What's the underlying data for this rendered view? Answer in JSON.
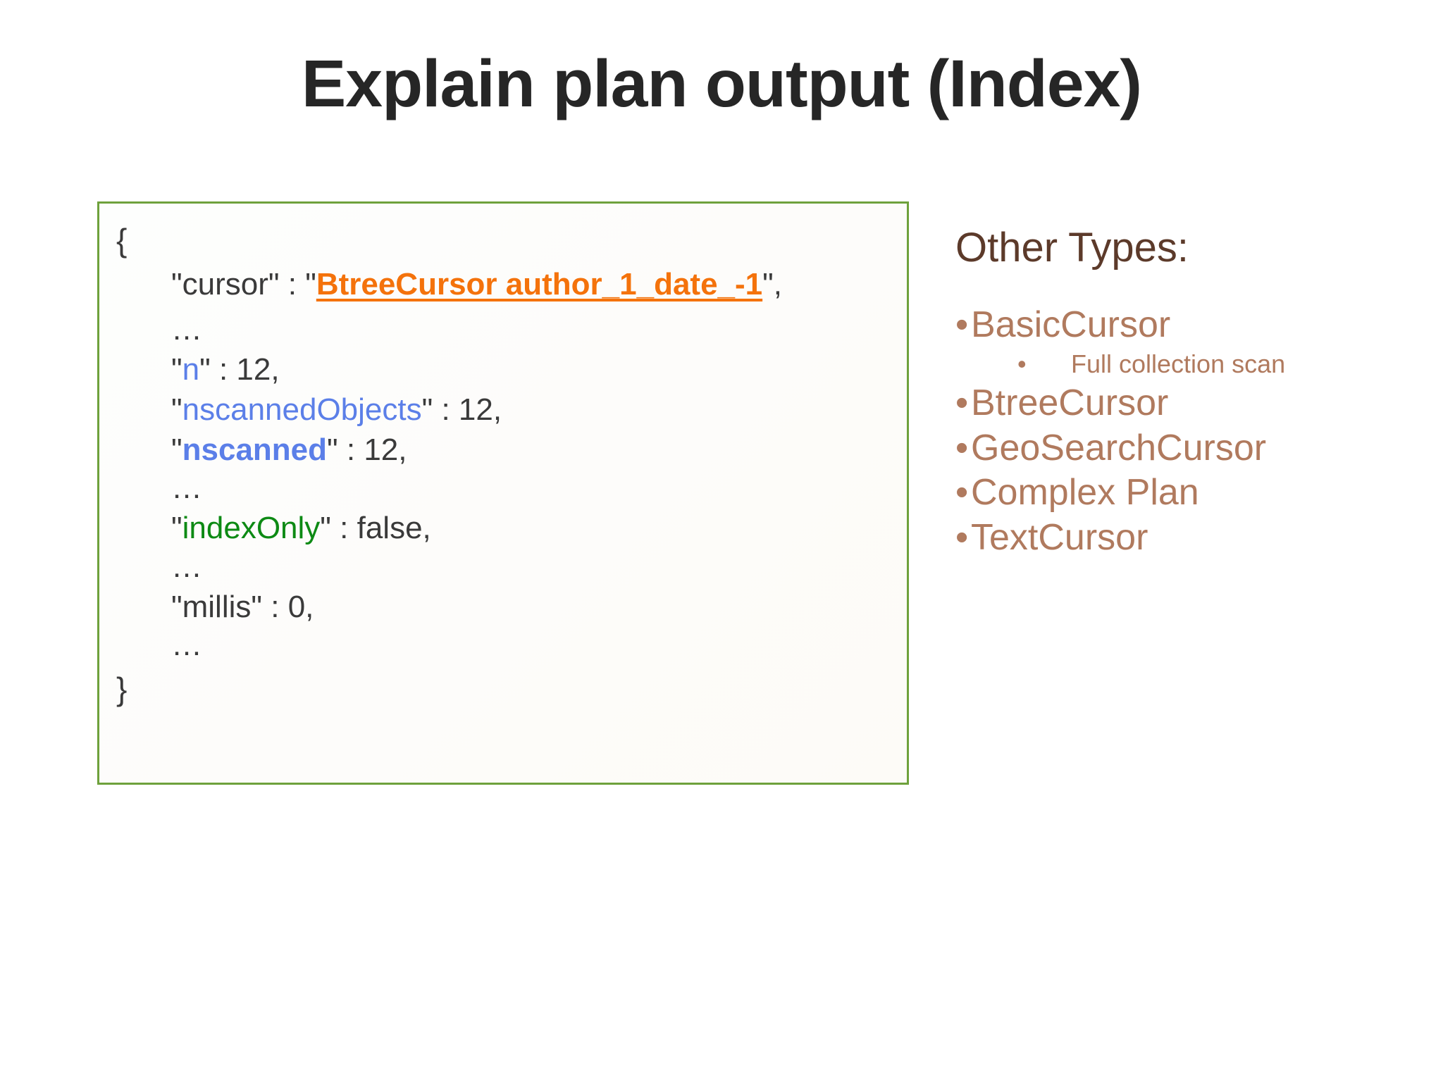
{
  "slide": {
    "title": "Explain plan output (Index)"
  },
  "code_block": {
    "border_color": "#6ea13c",
    "lines": {
      "brace_open": "{",
      "cursor_key_quote_open": "\"",
      "cursor_key": "cursor",
      "cursor_key_quote_close": "\"",
      "cursor_colon": " : ",
      "cursor_value_quote_open": "\"",
      "cursor_value": "BtreeCursor author_1_date_-1",
      "cursor_value_quote_close": "\"",
      "cursor_trailing_comma": ",",
      "ellipsis_1": "…",
      "n_key": "n",
      "n_value": " : 12,",
      "nscannedobjects_key": "nscannedObjects",
      "nscannedobjects_value": " : 12,",
      "nscanned_key": "nscanned",
      "nscanned_value": " : 12,",
      "ellipsis_2": "…",
      "indexonly_key": "indexOnly",
      "indexonly_value": " : false,",
      "ellipsis_3": "…",
      "millis_key": "millis",
      "millis_value": " : 0,",
      "ellipsis_4": "…",
      "brace_close": "}"
    },
    "colors": {
      "orange": "#f4720b",
      "blue": "#5b7fe8",
      "green": "#0d8a14",
      "gray": "#3a3a3a"
    }
  },
  "other_types": {
    "heading": "Other Types:",
    "bullet_char": "•",
    "items": [
      {
        "label": "BasicCursor",
        "level": 1
      },
      {
        "label": "Full collection scan",
        "level": 2
      },
      {
        "label": "BtreeCursor",
        "level": 1
      },
      {
        "label": "GeoSearchCursor",
        "level": 1
      },
      {
        "label": "Complex Plan",
        "level": 1
      },
      {
        "label": "TextCursor",
        "level": 1
      }
    ],
    "colors": {
      "heading": "#5c3a2a",
      "item": "#b07a5e"
    }
  }
}
